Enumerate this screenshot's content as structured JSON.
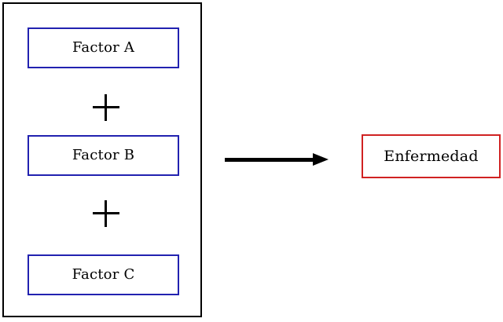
{
  "diagram": {
    "type": "multifactorial-causation-diagram",
    "background_color": "#ffffff",
    "factor_group": {
      "border_color": "#000000",
      "boxes": [
        {
          "label": "Factor A",
          "border_color": "#2222b0"
        },
        {
          "label": "Factor B",
          "border_color": "#2222b0"
        },
        {
          "label": "Factor C",
          "border_color": "#2222b0"
        }
      ],
      "operators": [
        {
          "symbol": "+"
        },
        {
          "symbol": "+"
        }
      ]
    },
    "connector": {
      "kind": "arrow-right",
      "color": "#000000"
    },
    "outcome": {
      "label": "Enfermedad",
      "border_color": "#d02222"
    }
  }
}
